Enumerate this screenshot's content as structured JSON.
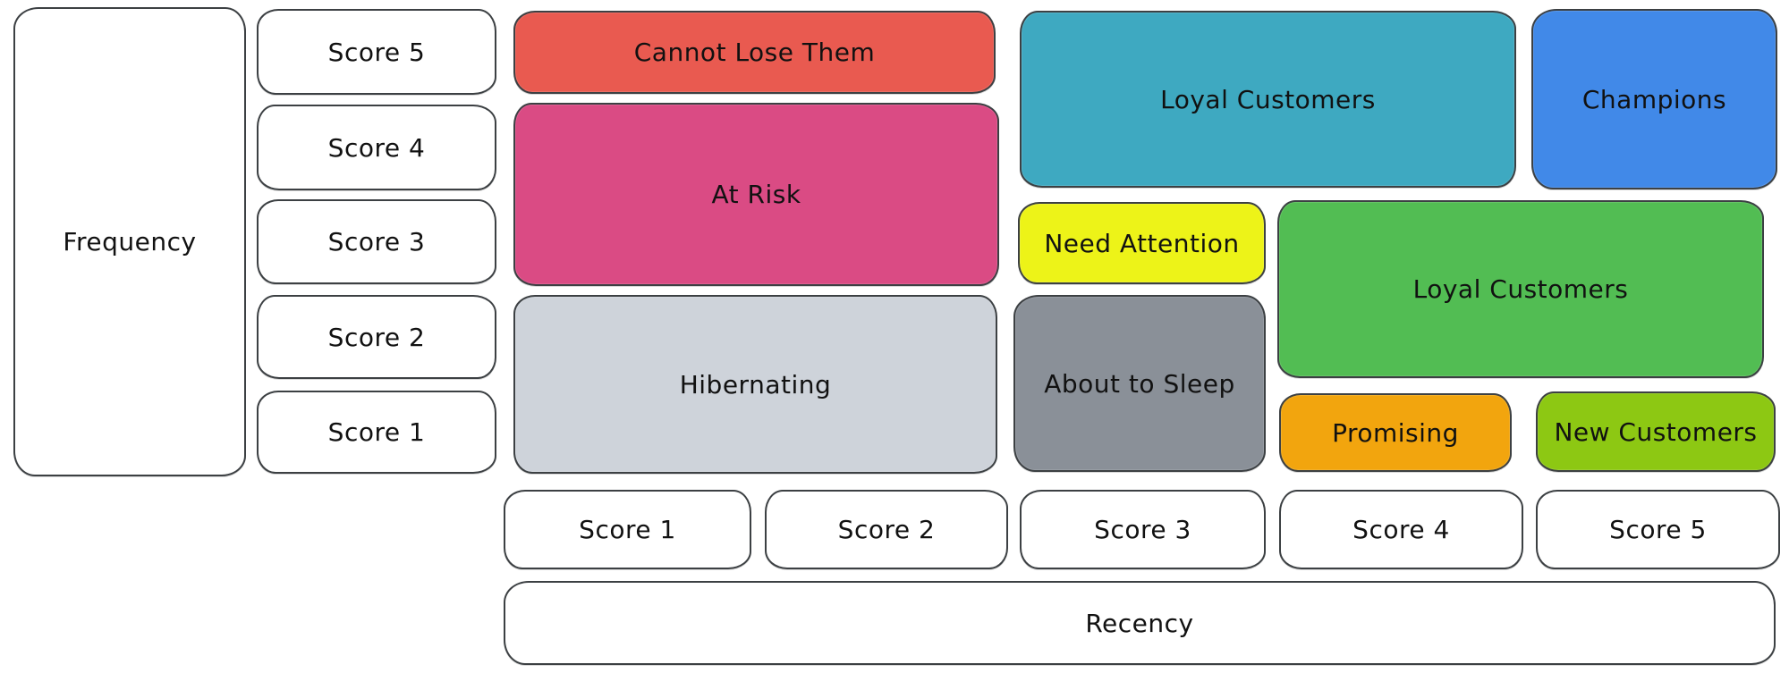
{
  "colors": {
    "background": "#ffffff",
    "stroke": "#3c4043",
    "text": "#111111"
  },
  "frequency_axis": {
    "label": "Frequency",
    "scores": [
      {
        "label": "Score 5"
      },
      {
        "label": "Score 4"
      },
      {
        "label": "Score 3"
      },
      {
        "label": "Score 2"
      },
      {
        "label": "Score 1"
      }
    ]
  },
  "recency_axis": {
    "label": "Recency",
    "scores": [
      {
        "label": "Score 1"
      },
      {
        "label": "Score 2"
      },
      {
        "label": "Score 3"
      },
      {
        "label": "Score 4"
      },
      {
        "label": "Score 5"
      }
    ]
  },
  "segments": [
    {
      "label": "Cannot Lose Them",
      "color": "#e95a50",
      "recency": "1-2",
      "frequency": "5"
    },
    {
      "label": "At Risk",
      "color": "#da4b84",
      "recency": "1-2",
      "frequency": "3-4"
    },
    {
      "label": "Hibernating",
      "color": "#ced3da",
      "recency": "1-2",
      "frequency": "1-2"
    },
    {
      "label": "Loyal Customers",
      "color": "#3ea9c1",
      "recency": "3-4",
      "frequency": "4-5"
    },
    {
      "label": "Champions",
      "color": "#4189e8",
      "recency": "5",
      "frequency": "4-5"
    },
    {
      "label": "Need Attention",
      "color": "#edf318",
      "recency": "3",
      "frequency": "3"
    },
    {
      "label": "Loyal Customers",
      "color": "#52bd53",
      "recency": "4-5",
      "frequency": "2-3"
    },
    {
      "label": "About to Sleep",
      "color": "#8a9098",
      "recency": "3",
      "frequency": "1-2"
    },
    {
      "label": "Promising",
      "color": "#f2a50e",
      "recency": "4",
      "frequency": "1"
    },
    {
      "label": "New Customers",
      "color": "#8dc813",
      "recency": "5",
      "frequency": "1"
    }
  ]
}
